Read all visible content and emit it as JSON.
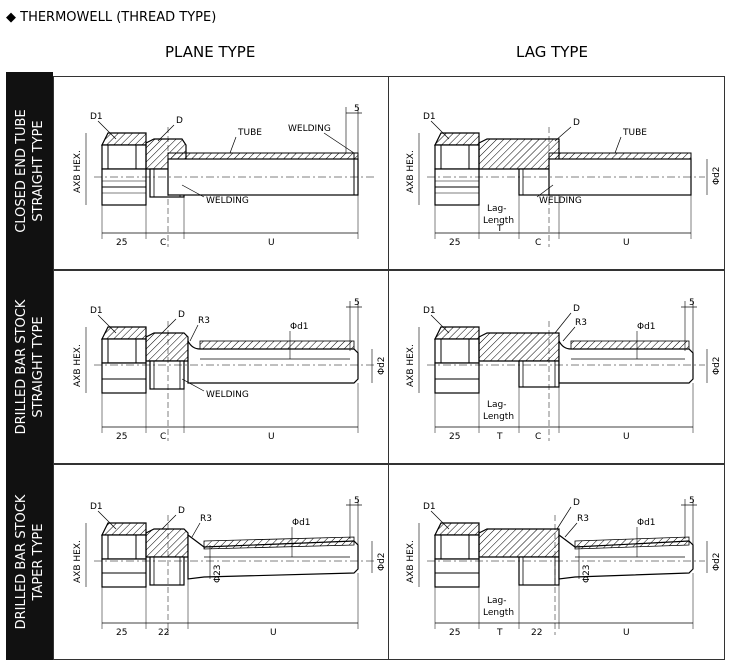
{
  "title": "◆ THERMOWELL (THREAD TYPE)",
  "columns": {
    "plane": "PLANE TYPE",
    "lag": "LAG TYPE"
  },
  "rows": [
    {
      "line1": "CLOSED END TUBE",
      "line2": "STRAIGHT TYPE"
    },
    {
      "line1": "DRILLED BAR STOCK",
      "line2": "STRAIGHT TYPE"
    },
    {
      "line1": "DRILLED BAR STOCK",
      "line2": "TAPER  TYPE"
    }
  ],
  "labels": {
    "d1": "D1",
    "d": "D",
    "tube": "TUBE",
    "welding": "WELDING",
    "five": "5",
    "axb_hex": "AXB HEX.",
    "phi_d2": "Φd2",
    "phi_d1": "Φd1",
    "r3": "R3",
    "phi23": "Φ23",
    "twenty_five": "25",
    "c": "C",
    "u": "U",
    "t": "T",
    "lag": "Lag-",
    "length": "Length",
    "twenty_two": "22"
  }
}
